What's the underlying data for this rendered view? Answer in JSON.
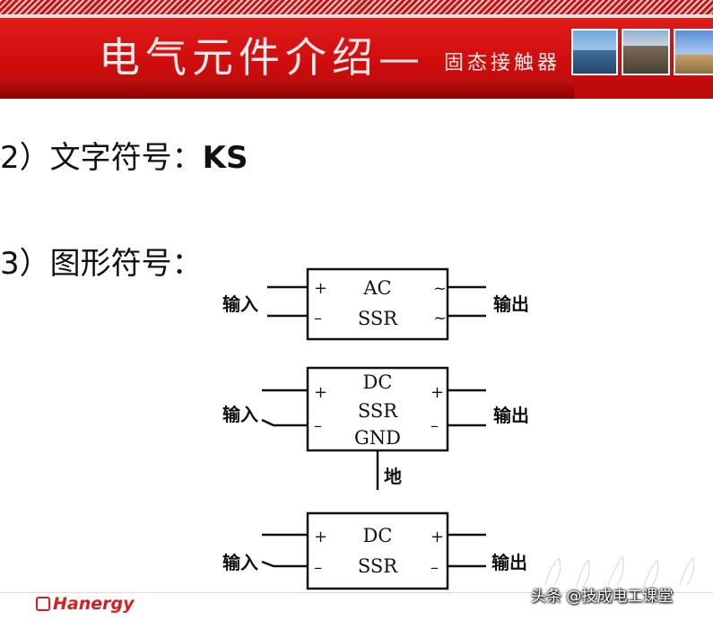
{
  "header": {
    "title": "电气元件介绍—",
    "subtitle": "固态接触器"
  },
  "content": {
    "line1_prefix": "2）文字符号：",
    "line1_code": "KS",
    "line2": "3）图形符号："
  },
  "diagram": {
    "ac_ssr": {
      "plus": "+",
      "minus": "–",
      "tilde1": "~",
      "tilde2": "~",
      "label1": "AC",
      "label2": "SSR",
      "input": "输入",
      "output": "输出"
    },
    "dc_gnd_ssr": {
      "plus_in": "+",
      "minus_in": "–",
      "plus_out": "+",
      "minus_out": "–",
      "label1": "DC",
      "label2": "SSR",
      "label3": "GND",
      "input": "输入",
      "output": "输出",
      "ground": "地"
    },
    "dc_ssr": {
      "plus_in": "+",
      "minus_in": "–",
      "plus_out": "+",
      "minus_out": "–",
      "label1": "DC",
      "label2": "SSR",
      "input": "输入",
      "output": "输出"
    }
  },
  "footer": {
    "logo": "Hanergy",
    "watermark": "头条 @技成电工课堂"
  },
  "colors": {
    "banner_red": "#d40f0f",
    "logo_red": "#d81e1e"
  }
}
